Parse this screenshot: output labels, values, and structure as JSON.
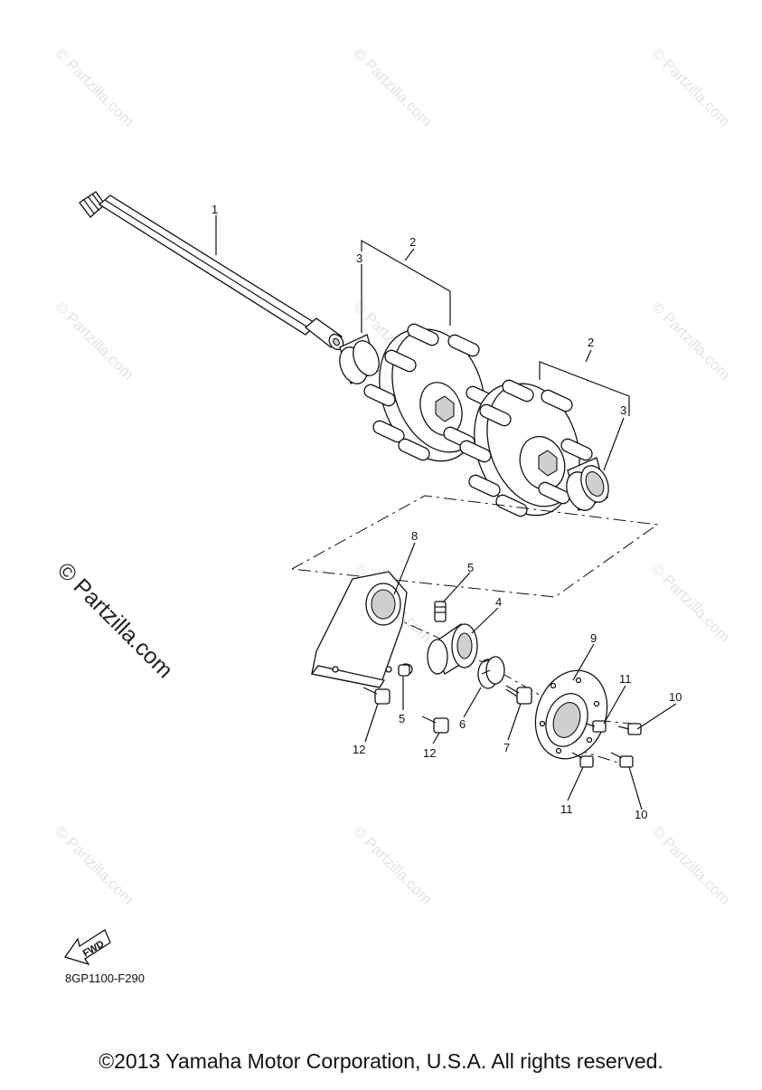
{
  "callouts": [
    {
      "id": "1",
      "text": "1"
    },
    {
      "id": "2a",
      "text": "2"
    },
    {
      "id": "3a",
      "text": "3"
    },
    {
      "id": "2b",
      "text": "2"
    },
    {
      "id": "3b",
      "text": "3"
    },
    {
      "id": "8",
      "text": "8"
    },
    {
      "id": "5a",
      "text": "5"
    },
    {
      "id": "4",
      "text": "4"
    },
    {
      "id": "9",
      "text": "9"
    },
    {
      "id": "11a",
      "text": "11"
    },
    {
      "id": "10a",
      "text": "10"
    },
    {
      "id": "5b",
      "text": "5"
    },
    {
      "id": "6",
      "text": "6"
    },
    {
      "id": "7",
      "text": "7"
    },
    {
      "id": "12a",
      "text": "12"
    },
    {
      "id": "12b",
      "text": "12"
    },
    {
      "id": "11b",
      "text": "11"
    },
    {
      "id": "10b",
      "text": "10"
    }
  ],
  "watermark": {
    "text": "© Partzilla.com",
    "big_text": "© Partzilla.com"
  },
  "fwd_label": "FWD",
  "diagram_code": "8GP1100-F290",
  "copyright": "©2013 Yamaha Motor Corporation, U.S.A. All rights reserved."
}
